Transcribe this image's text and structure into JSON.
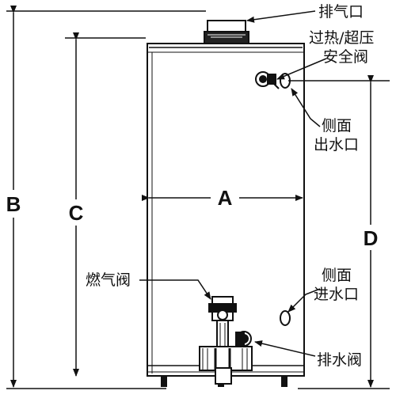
{
  "diagram": {
    "dimensions": {
      "a": "A",
      "b": "B",
      "c": "C",
      "d": "D"
    },
    "labels": {
      "exhaust_port": "排气口",
      "relief_valve_line1": "过热/超压",
      "relief_valve_line2": "安全阀",
      "side_outlet_line1": "侧面",
      "side_outlet_line2": "出水口",
      "gas_valve": "燃气阀",
      "side_inlet_line1": "侧面",
      "side_inlet_line2": "进水口",
      "drain_valve": "排水阀"
    }
  }
}
